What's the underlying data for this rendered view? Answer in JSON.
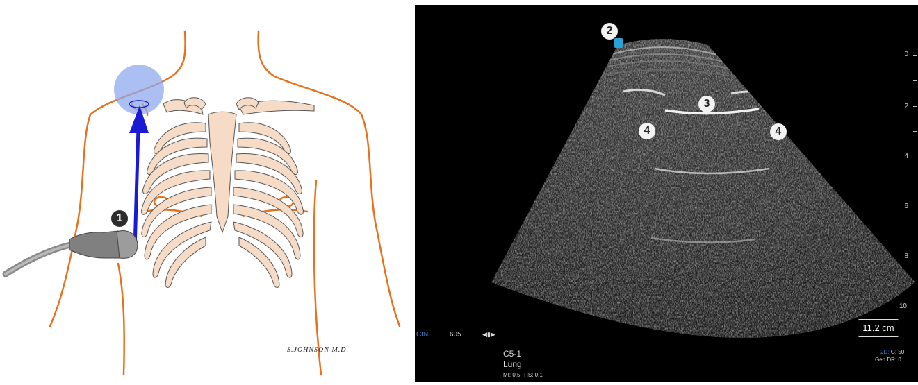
{
  "illustration": {
    "marker_1": "1",
    "signature": "S.JOHNSON M.D."
  },
  "ultrasound": {
    "markers": {
      "m2": "2",
      "m3": "3",
      "m4_left": "4",
      "m4_right": "4"
    },
    "cine": {
      "label": "CINE",
      "frame": "605"
    },
    "probe": "C5-1",
    "preset": "Lung",
    "indices": "MI: 0.5  TIS: 0.1",
    "depth_scale": "11.2 cm",
    "depth_ticks": [
      "0",
      "2",
      "4",
      "6",
      "8",
      "10"
    ],
    "mode_right": {
      "line1_mode": "2D:",
      "line1_value": "G: 50",
      "line2": "Gen  DR: 0"
    }
  },
  "colors": {
    "body_outline": "#e8711c",
    "bone": "#f6dcc7",
    "arrow": "#1a1ad6",
    "target_circle": "#8fa9ee",
    "accent_blue": "#3b7fd1"
  }
}
